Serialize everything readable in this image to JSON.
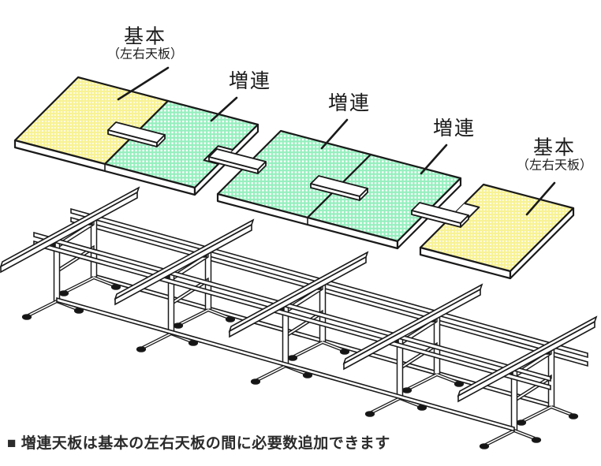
{
  "diagram": {
    "labels": [
      {
        "id": "base-left",
        "text": "基本",
        "subtitle": "（左右天板）"
      },
      {
        "id": "extension-1",
        "text": "増連",
        "subtitle": ""
      },
      {
        "id": "extension-2",
        "text": "増連",
        "subtitle": ""
      },
      {
        "id": "extension-3",
        "text": "増連",
        "subtitle": ""
      },
      {
        "id": "base-right",
        "text": "基本",
        "subtitle": "（左右天板）"
      }
    ],
    "note": "■ 増連天板は基本の左右天板の間に必要数追加できます",
    "colors": {
      "base_panel_fill": "#F8F296",
      "extension_panel_fill": "#95EFBE",
      "pattern_dot": "#FFFFFF",
      "outline": "#1A1A1A",
      "text": "#1C1C1C",
      "foot_pad": "#151515",
      "background": "#FFFFFF"
    }
  }
}
